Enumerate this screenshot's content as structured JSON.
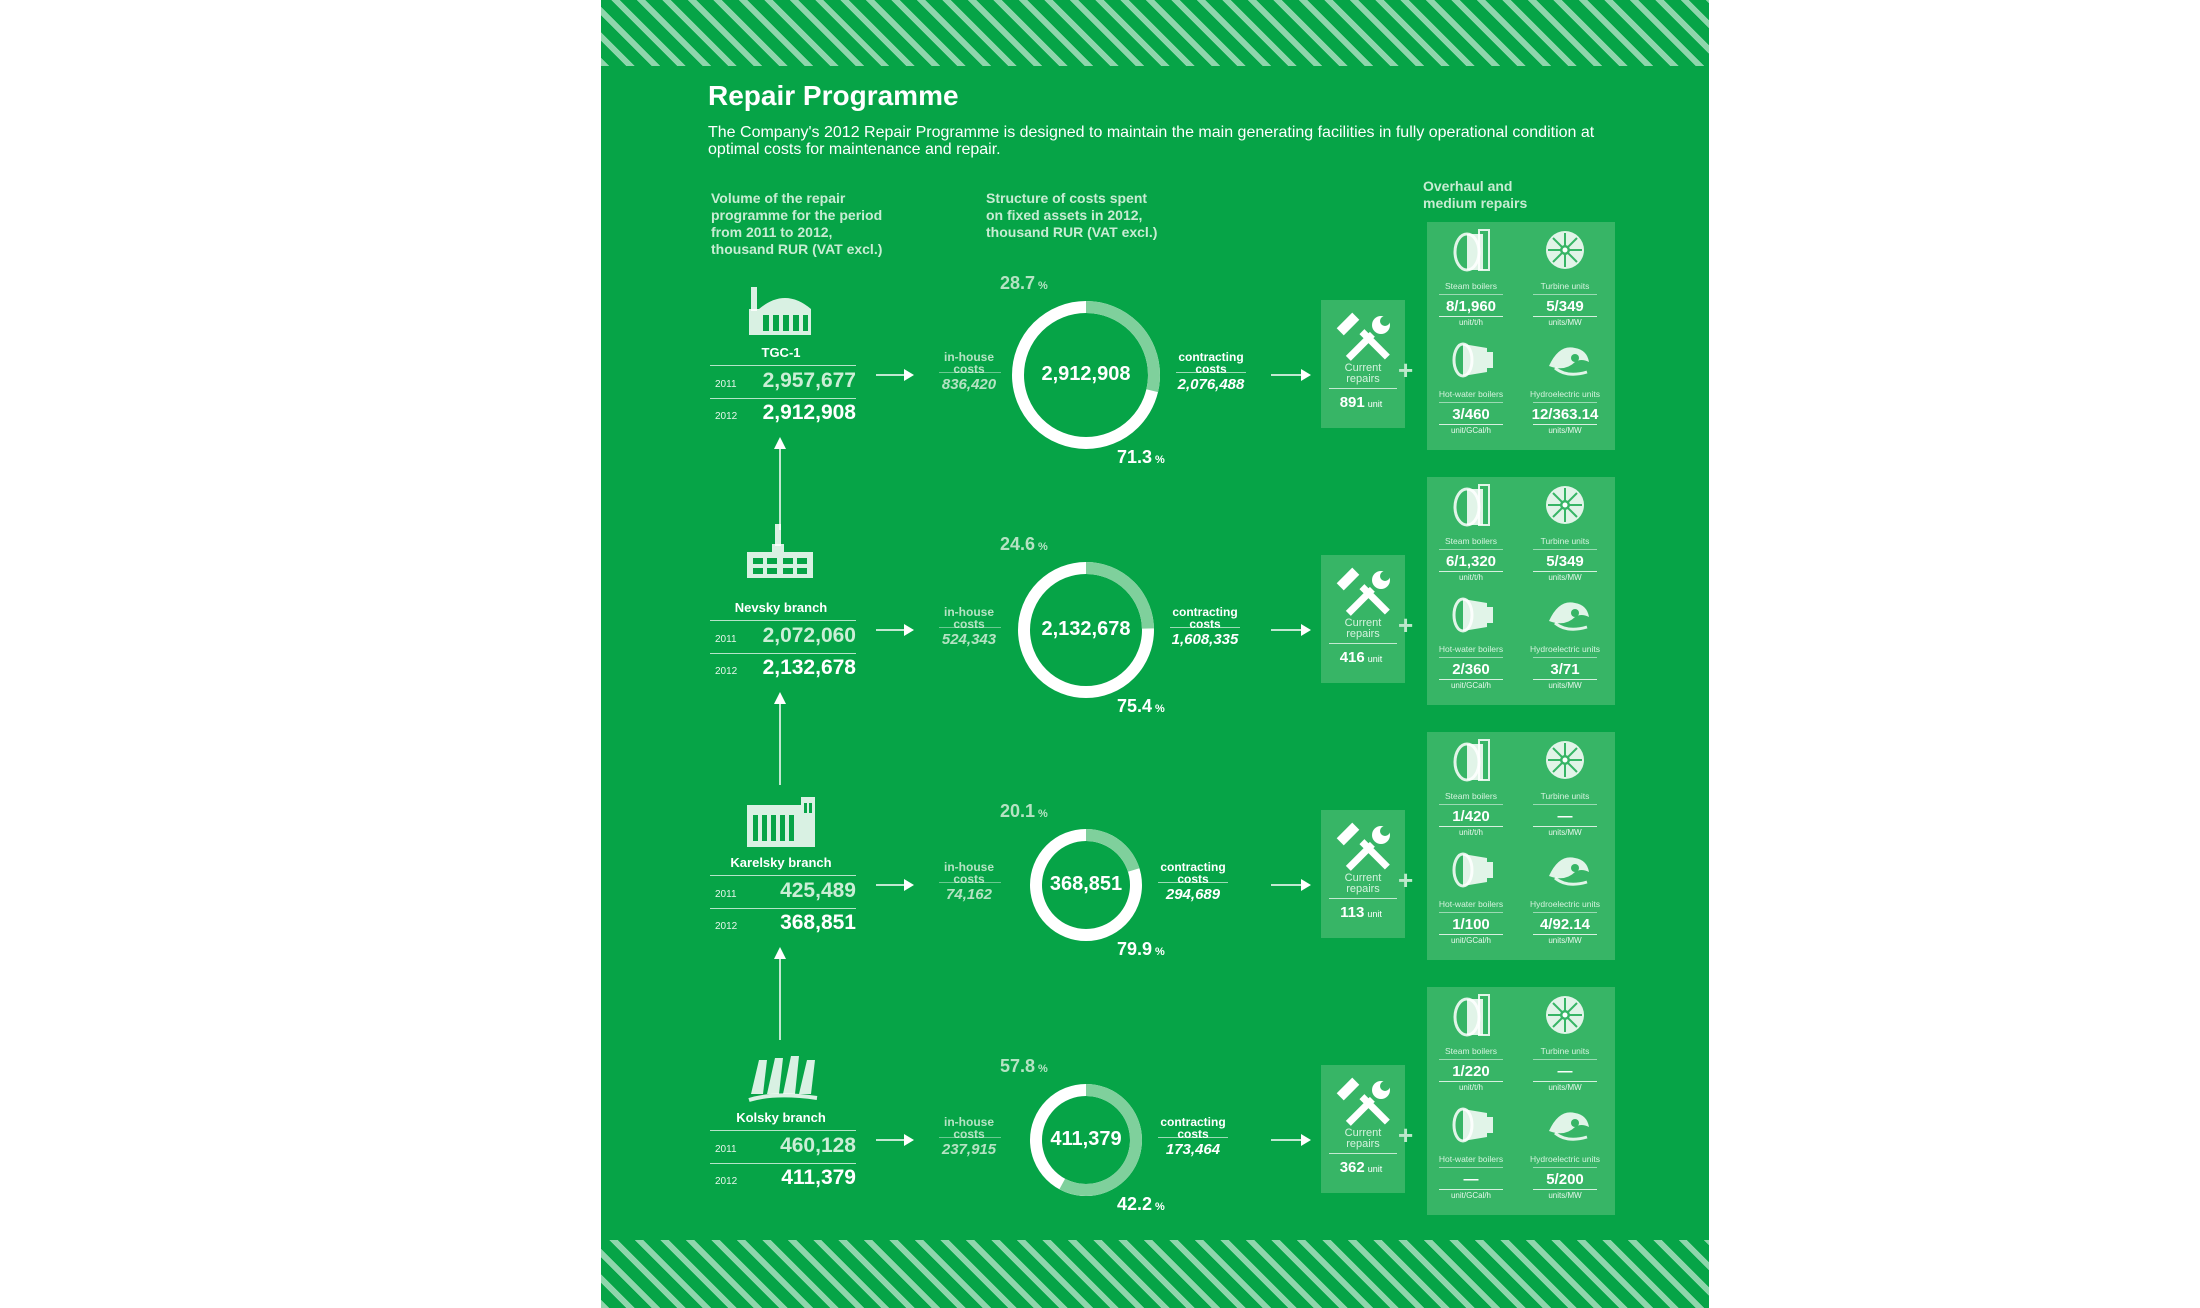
{
  "title": "Repair Programme",
  "intro": "The Company's 2012 Repair Programme is designed to maintain the main generating facilities in fully operational condition at optimal costs for maintenance and repair.",
  "headers": {
    "volume": [
      "Volume of the repair",
      "programme for the period",
      "from 2011 to 2012,",
      "thousand RUR (VAT excl.)"
    ],
    "structure": [
      "Structure of costs spent",
      "on fixed assets in 2012,",
      "thousand RUR (VAT  excl.)"
    ],
    "overhaul": [
      "Overhaul and",
      "medium repairs"
    ]
  },
  "labels": {
    "in_house": [
      "in-house",
      "costs"
    ],
    "contracting": [
      "contracting",
      "costs"
    ],
    "current": [
      "Current",
      "repairs"
    ],
    "unit": "unit",
    "pct_sign": "%",
    "plus": "+",
    "steam": "Steam boilers",
    "turbine": "Turbine units",
    "hotwater": "Hot-water boilers",
    "hydro": "Hydroelectric units",
    "steam_unit": "unit/t/h",
    "turbine_unit": "units/MW",
    "hotwater_unit": "unit/GCal/h",
    "hydro_unit": "units/MW"
  },
  "icon_names": [
    "factory-icon",
    "tower-plant-icon",
    "hydro-dam-icon",
    "cooling-towers-icon",
    "wrench-hammer-icon",
    "steam-boiler-icon",
    "turbine-icon",
    "hot-water-boiler-icon",
    "hydro-unit-icon",
    "arrow-right-icon",
    "arrow-up-icon"
  ],
  "colors": {
    "background": "#06a447",
    "box": "#37b566",
    "ring_light": "#7fd09c",
    "text": "#ffffff"
  },
  "rows": [
    {
      "name": "TGC-1",
      "icon": "factory-icon",
      "y2011": "2011",
      "v2011": "2,957,677",
      "y2012": "2012",
      "v2012": "2,912,908",
      "in_house": "836,420",
      "in_house_pct": "28.7",
      "contracting": "2,076,488",
      "contracting_pct": "71.3",
      "total": "2,912,908",
      "in_house_share": 0.287,
      "current": "891",
      "steam": "8/1,960",
      "turbine": "5/349",
      "hotwater": "3/460",
      "hydro": "12/363.14"
    },
    {
      "name": "Nevsky branch",
      "icon": "tower-plant-icon",
      "y2011": "2011",
      "v2011": "2,072,060",
      "y2012": "2012",
      "v2012": "2,132,678",
      "in_house": "524,343",
      "in_house_pct": "24.6",
      "contracting": "1,608,335",
      "contracting_pct": "75.4",
      "total": "2,132,678",
      "in_house_share": 0.246,
      "current": "416",
      "steam": "6/1,320",
      "turbine": "5/349",
      "hotwater": "2/360",
      "hydro": "3/71"
    },
    {
      "name": "Karelsky branch",
      "icon": "hydro-dam-icon",
      "y2011": "2011",
      "v2011": "425,489",
      "y2012": "2012",
      "v2012": "368,851",
      "in_house": "74,162",
      "in_house_pct": "20.1",
      "contracting": "294,689",
      "contracting_pct": "79.9",
      "total": "368,851",
      "in_house_share": 0.201,
      "current": "113",
      "steam": "1/420",
      "turbine": "—",
      "hotwater": "1/100",
      "hydro": "4/92.14"
    },
    {
      "name": "Kolsky branch",
      "icon": "cooling-towers-icon",
      "y2011": "2011",
      "v2011": "460,128",
      "y2012": "2012",
      "v2012": "411,379",
      "in_house": "237,915",
      "in_house_pct": "57.8",
      "contracting": "173,464",
      "contracting_pct": "42.2",
      "total": "411,379",
      "in_house_share": 0.578,
      "current": "362",
      "steam": "1/220",
      "turbine": "—",
      "hotwater": "—",
      "hydro": "5/200"
    }
  ]
}
